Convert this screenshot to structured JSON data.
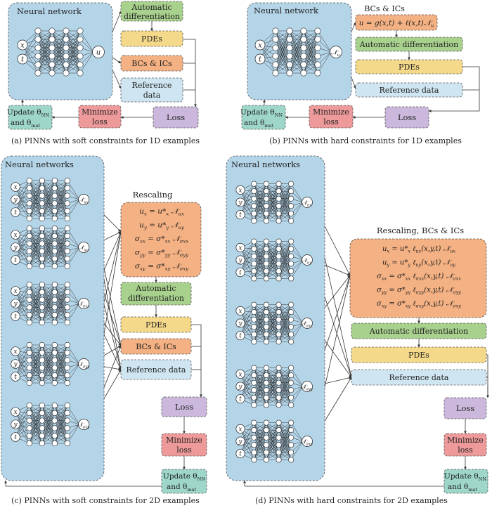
{
  "colors": {
    "nn_panel": "#b4d4e8",
    "autodiff": "#a9d18e",
    "pdes": "#f5d98a",
    "bcs": "#f4b183",
    "ref": "#cfe6f2",
    "loss": "#cbb8dc",
    "minimize": "#ee9a9a",
    "update": "#9ed6c9"
  },
  "panel_a": {
    "nn_title": "Neural network",
    "inputs": [
      "x",
      "t"
    ],
    "output": "u",
    "autodiff": [
      "Automatic",
      "differentiation"
    ],
    "pdes": "PDEs",
    "bcs": "BCs & ICs",
    "ref": [
      "Reference",
      "data"
    ],
    "loss": "Loss",
    "minimize": [
      "Minimize",
      "loss"
    ],
    "update_line1": "Update θ",
    "update_sub": "NN",
    "update_line2a": "and θ",
    "update_sub2": "mat",
    "caption": "(a) PINNs with soft constraints for 1D examples"
  },
  "panel_b": {
    "nn_title": "Neural network",
    "inputs": [
      "x",
      "t"
    ],
    "output": "𝒩",
    "output_sub": "u",
    "bcs_title": "BCs & ICs",
    "bcs_eq": "u = g(x,t) + ℓ(x,t)𝒩",
    "bcs_eq_sub": "u",
    "autodiff": "Automatic differentiation",
    "pdes": "PDEs",
    "ref": "Reference data",
    "loss": "Loss",
    "minimize": [
      "Minimize",
      "loss"
    ],
    "update_line1": "Update θ",
    "update_sub": "NN",
    "update_line2a": "and θ",
    "update_sub2": "mat",
    "caption": "(b) PINNs with hard constraints for 1D examples"
  },
  "panel_c": {
    "nn_title": "Neural networks",
    "inputs": [
      "x",
      "y",
      "t"
    ],
    "outputs": [
      "𝒩",
      "𝒩",
      "𝒩",
      "𝒩",
      "𝒩"
    ],
    "output_subs": [
      "u_x",
      "u_y",
      "σ_xx",
      "σ_yy",
      "σ_xy"
    ],
    "rescale_title": "Rescaling",
    "rescale_eqs": [
      "u_x = u*_x 𝒩_ux",
      "u_y = u*_y 𝒩_uy",
      "σ_xx = σ*_xx 𝒩_σxx",
      "σ_yy = σ*_yy 𝒩_σyy",
      "σ_xy = σ*_xy 𝒩_σxy"
    ],
    "autodiff": [
      "Automatic",
      "differentiation"
    ],
    "pdes": "PDEs",
    "bcs": "BCs & ICs",
    "ref": "Reference data",
    "loss": "Loss",
    "minimize": [
      "Minimize",
      "loss"
    ],
    "update_line1": "Update θ",
    "update_sub": "NN",
    "update_line2a": "and θ",
    "update_sub2": "mat",
    "caption": "(c) PINNs with soft constraints for 2D examples"
  },
  "panel_d": {
    "nn_title": "Neural networks",
    "inputs": [
      "x",
      "y",
      "t"
    ],
    "outputs": [
      "𝒩",
      "𝒩",
      "𝒩",
      "𝒩",
      "𝒩"
    ],
    "output_subs": [
      "u_x",
      "u_y",
      "σ_xx",
      "σ_yy",
      "σ_xy"
    ],
    "rescale_title": "Rescaling, BCs & ICs",
    "rescale_eqs": [
      "u_x = u*_x ℓ_ux(x,y,t) 𝒩_ux",
      "u_y = u*_y ℓ_uy(x,y,t) 𝒩_uy",
      "σ_xx = σ*_xx ℓ_σxx(x,y,t) 𝒩_σxx",
      "σ_yy = σ*_yy ℓ_σyy(x,y,t) 𝒩_σyy",
      "σ_xy = σ*_xy ℓ_σxy(x,y,t) 𝒩_σxy"
    ],
    "autodiff": "Automatic differentiation",
    "pdes": "PDEs",
    "ref": "Reference data",
    "loss": "Loss",
    "minimize": [
      "Minimize",
      "loss"
    ],
    "update_line1": "Update θ",
    "update_sub": "NN",
    "update_line2a": "and θ",
    "update_sub2": "mat",
    "caption": "(d) PINNs with hard constraints for 2D examples"
  }
}
